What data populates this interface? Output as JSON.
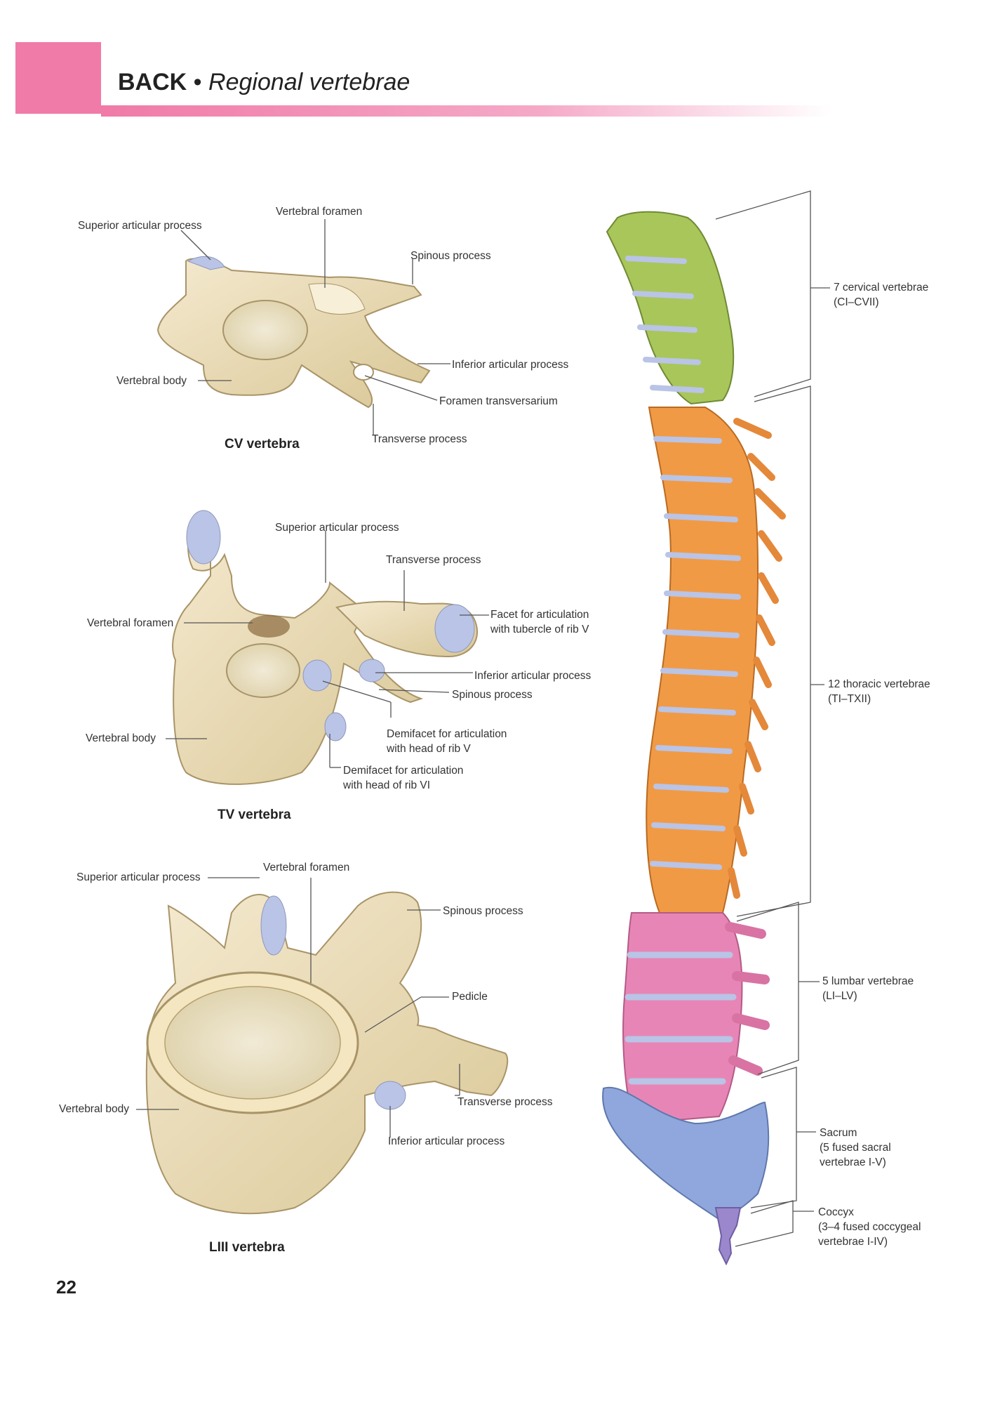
{
  "header": {
    "section": "BACK",
    "bullet": "•",
    "subtitle": "Regional vertebrae"
  },
  "page_number": "22",
  "cv": {
    "caption": "CV vertebra",
    "labels": {
      "vertebral_foramen": "Vertebral foramen",
      "superior_articular": "Superior articular process",
      "spinous": "Spinous process",
      "inferior_articular": "Inferior articular process",
      "vertebral_body": "Vertebral body",
      "foramen_transversarium": "Foramen transversarium",
      "transverse": "Transverse process"
    }
  },
  "tv": {
    "caption": "TV vertebra",
    "labels": {
      "superior_articular": "Superior articular process",
      "transverse": "Transverse process",
      "facet_l1": "Facet for articulation",
      "facet_l2": "with tubercle of rib V",
      "vertebral_foramen": "Vertebral foramen",
      "inferior_articular": "Inferior articular process",
      "spinous": "Spinous process",
      "vertebral_body": "Vertebral body",
      "demi5_l1": "Demifacet for articulation",
      "demi5_l2": "with head of rib V",
      "demi6_l1": "Demifacet for articulation",
      "demi6_l2": "with head of rib VI"
    }
  },
  "lv": {
    "caption": "LIII vertebra",
    "labels": {
      "vertebral_foramen": "Vertebral foramen",
      "superior_articular": "Superior articular process",
      "spinous": "Spinous process",
      "pedicle": "Pedicle",
      "vertebral_body": "Vertebral body",
      "transverse": "Transverse process",
      "inferior_articular": "Inferior articular process"
    }
  },
  "spine": {
    "cervical": {
      "l1": "7 cervical vertebrae",
      "l2": "(CI–CVII)"
    },
    "thoracic": {
      "l1": "12 thoracic vertebrae",
      "l2": "(TI–TXII)"
    },
    "lumbar": {
      "l1": "5 lumbar vertebrae",
      "l2": "(LI–LV)"
    },
    "sacrum": {
      "l1": "Sacrum",
      "l2": "(5 fused sacral",
      "l3": "vertebrae I-V)"
    },
    "coccyx": {
      "l1": "Coccyx",
      "l2": "(3–4 fused coccygeal",
      "l3": "vertebrae I-IV)"
    }
  },
  "colors": {
    "header_pink": "#f07aa8",
    "bone": "#eee0b2",
    "bone_shade": "#cdb98a",
    "cartilage": "#b9c4e6",
    "cervical": "#a9c65a",
    "thoracic": "#f19a45",
    "lumbar": "#e786b6",
    "sacrum": "#8fa7dc",
    "coccyx": "#9b88cc"
  }
}
